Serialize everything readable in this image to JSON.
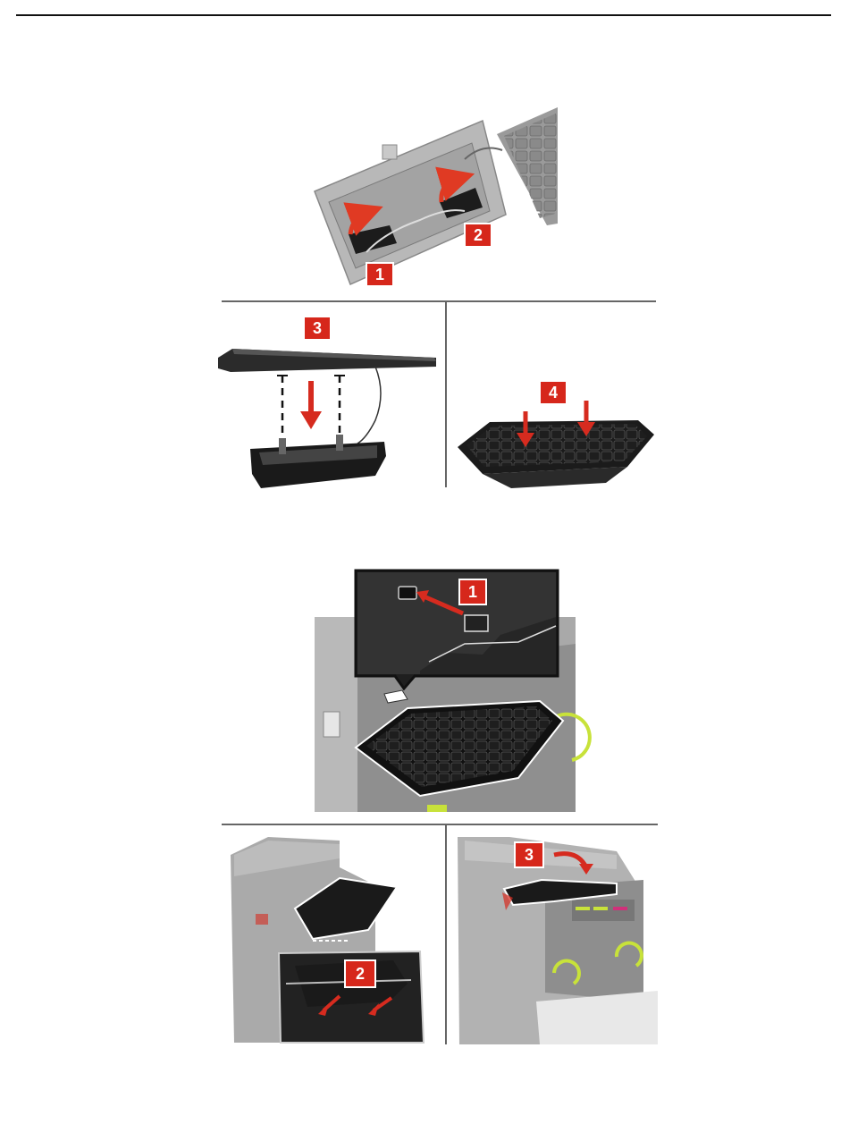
{
  "figure1": {
    "steps": [
      "1",
      "2",
      "3",
      "4"
    ]
  },
  "figure2": {
    "steps": [
      "1",
      "2",
      "3"
    ]
  },
  "colors": {
    "step_badge": "#d6271b",
    "arrow": "#e03a23",
    "printer_gray": "#9a9a9a",
    "keyboard_dark": "#2a2a2a",
    "toner_accent": "#c8e23a"
  }
}
